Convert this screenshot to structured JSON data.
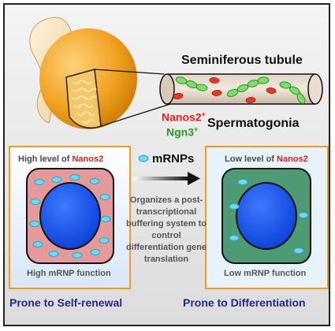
{
  "labels": {
    "tubule": "Seminiferous tubule",
    "nanos2_marker": "Nanos2",
    "ngn3_marker": "Ngn3",
    "marker_sup": "+",
    "spermatogonia": "Spermatogonia"
  },
  "left_panel": {
    "title_prefix": "High level of ",
    "title_gene": "Nanos2",
    "function": "High mRNP function",
    "outcome": "Prone to Self-renewal"
  },
  "right_panel": {
    "title_prefix": "Low level of ",
    "title_gene": "Nanos2",
    "function": "Low mRNP function",
    "outcome": "Prone to Differentiation"
  },
  "center": {
    "legend": "mRNPs",
    "description": "Organizes a post-transcriptional buffering system to control differentiation gene translation"
  },
  "colors": {
    "nanos2": "#e3221a",
    "ngn3": "#2a9a23",
    "outcome_text": "#1f2a8c",
    "panel_border": "#f29a1e",
    "mrnp": "#6fd8f2",
    "nucleus": "#0b3fd6",
    "self_renewal_cell": "#e49a9a",
    "differentiation_cell": "#4e9a74"
  }
}
